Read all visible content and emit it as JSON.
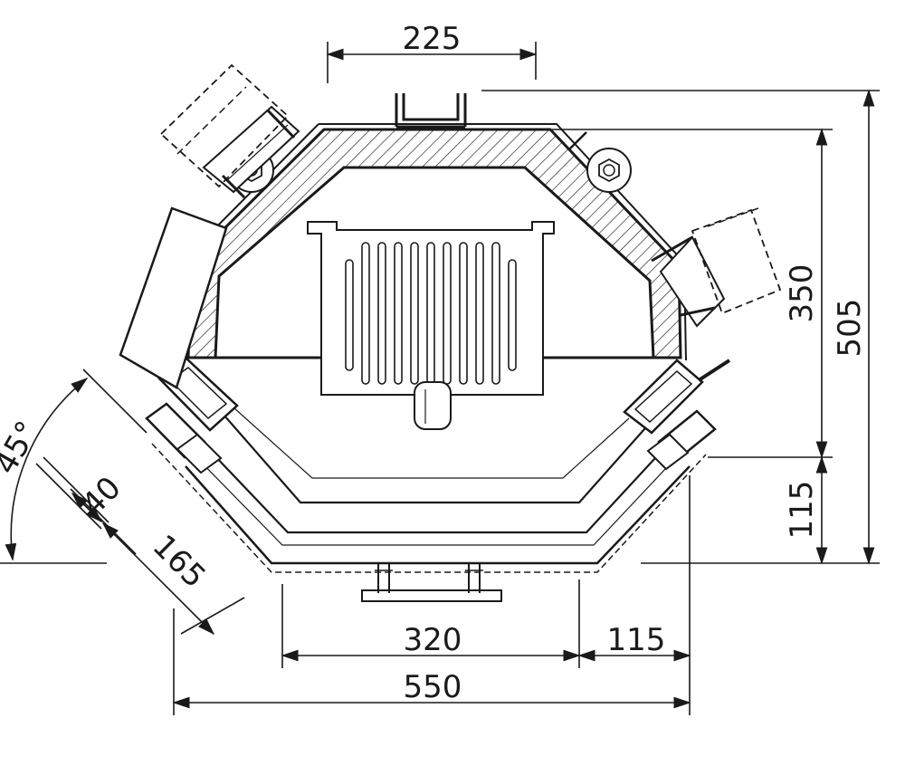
{
  "diagram": {
    "labels": {
      "top_width": "225",
      "total_height": "505",
      "upper_height": "350",
      "lower_height": "115",
      "front_width": "320",
      "side_offset": "115",
      "total_width": "550",
      "angle": "45°",
      "side_small": "40",
      "side_large": "165"
    },
    "colors": {
      "line": "#1a1a1a",
      "background": "#ffffff"
    }
  }
}
